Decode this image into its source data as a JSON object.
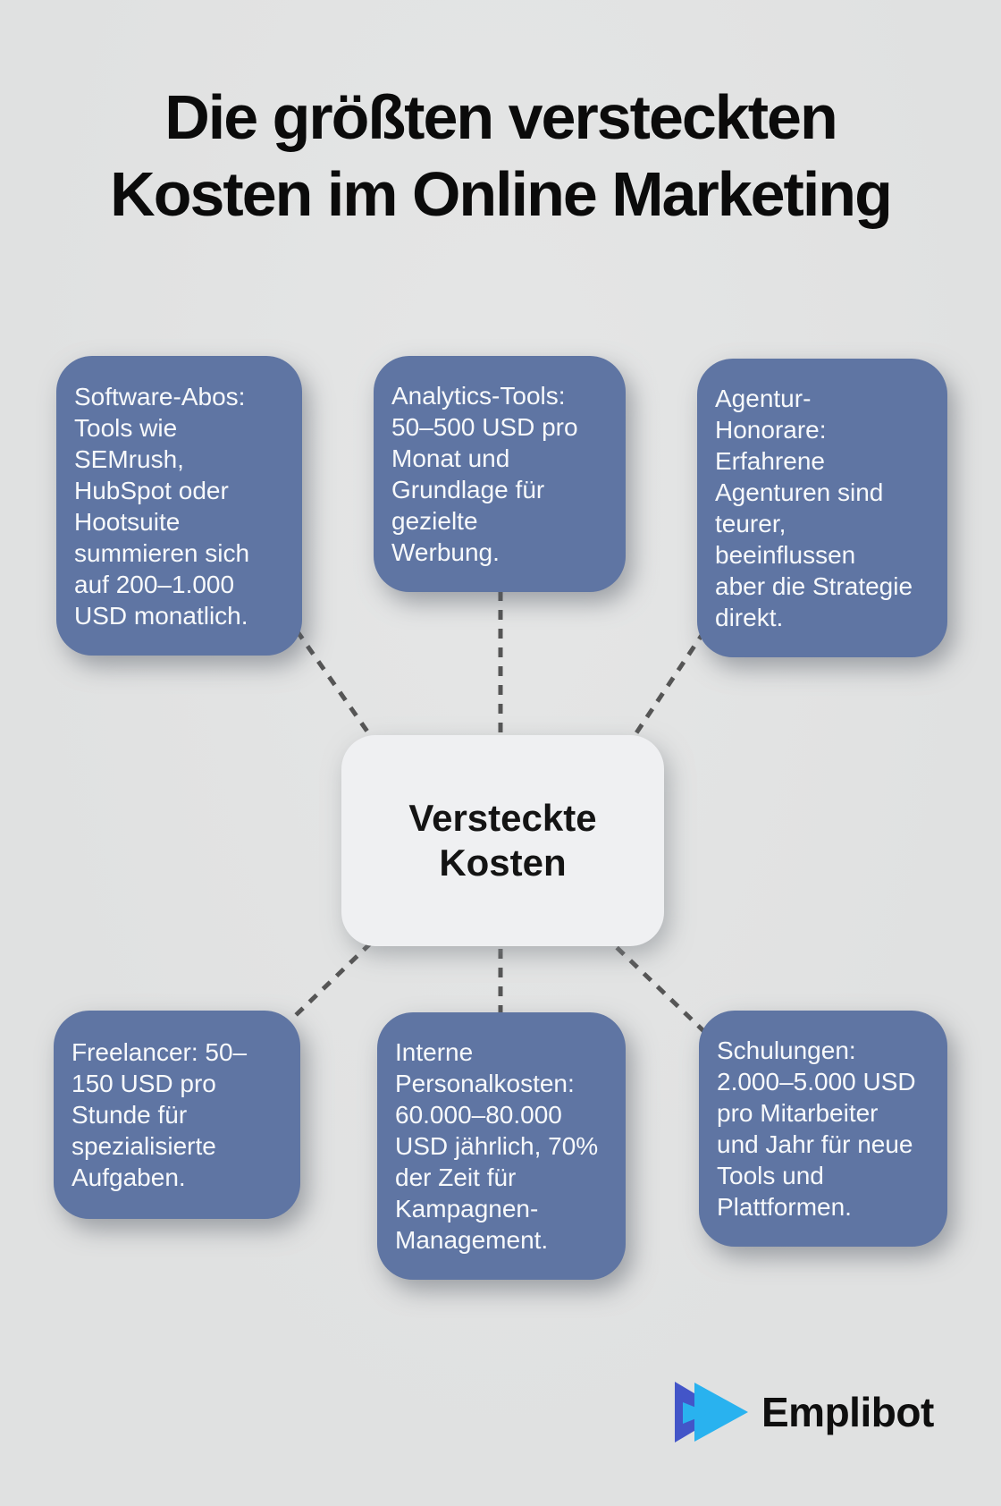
{
  "title": "Die größten versteckten\nKosten im Online Marketing",
  "center_node": {
    "label": "Versteckte\nKosten"
  },
  "nodes": [
    {
      "id": "software-abos",
      "text": "Software-Abos:\nTools wie\nSEMrush,\nHubSpot oder\nHootsuite\nsummieren sich\nauf 200–1.000\nUSD monatlich."
    },
    {
      "id": "analytics-tools",
      "text": "Analytics-Tools:\n50–500 USD pro\nMonat und\nGrundlage für\ngezielte\nWerbung."
    },
    {
      "id": "agentur-honorare",
      "text": "Agentur-\nHonorare:\nErfahrene\nAgenturen sind\nteurer,\nbeeinflussen\naber die Strategie\ndirekt."
    },
    {
      "id": "freelancer",
      "text": "Freelancer: 50–\n150 USD pro\nStunde für\nspezialisierte\nAufgaben."
    },
    {
      "id": "interne-personalkosten",
      "text": "Interne\nPersonalkosten:\n60.000–80.000\nUSD jährlich, 70%\nder Zeit für\nKampagnen-\nManagement."
    },
    {
      "id": "schulungen",
      "text": "Schulungen:\n2.000–5.000 USD\npro Mitarbeiter\nund Jahr für neue\nTools und\nPlattformen."
    }
  ],
  "logo": {
    "text": "Emplibot",
    "icon": "play-forward-triangles-icon"
  },
  "colors": {
    "node_bg": "#5f75a3",
    "canvas_bg": "#e0e1e1",
    "center_bg": "#eff0f2",
    "connector": "#555555",
    "title_color": "#0b0b0b",
    "node_text": "#f7f9fb",
    "logo_indigo": "#4355c8",
    "logo_cyan": "#29b2ef",
    "logo_text": "#0f0f0f"
  }
}
